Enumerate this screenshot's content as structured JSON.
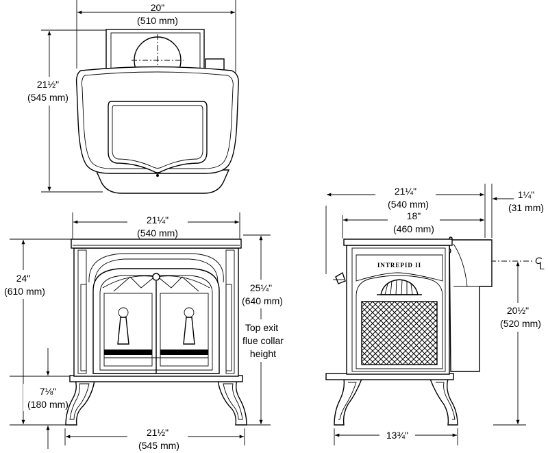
{
  "top_view": {
    "width_in": "20\"",
    "width_mm": "(510 mm)",
    "depth_in": "21½\"",
    "depth_mm": "(545 mm)"
  },
  "front_view": {
    "width_in": "21¼\"",
    "width_mm": "(540 mm)",
    "height_in": "24\"",
    "height_mm": "(610 mm)",
    "flue_height_in": "25¼\"",
    "flue_height_mm": "(640 mm)",
    "flue_note_line1": "Top exit",
    "flue_note_line2": "flue collar",
    "flue_note_line3": "height",
    "leg_height_in": "7⅛\"",
    "leg_height_mm": "(180 mm)",
    "base_width_in": "21½\"",
    "base_width_mm": "(545 mm)"
  },
  "side_view": {
    "overall_depth_in": "21¼\"",
    "overall_depth_mm": "(540 mm)",
    "body_depth_in": "18\"",
    "body_depth_mm": "(460 mm)",
    "collar_offset_in": "1¼\"",
    "collar_offset_mm": "(31 mm)",
    "centerline_symbol": "C",
    "centerline_sub": "L",
    "rear_flue_height_in": "20½\"",
    "rear_flue_height_mm": "(520 mm)",
    "leg_span_in": "13¾\"",
    "brand_label": "INTREPID II"
  }
}
